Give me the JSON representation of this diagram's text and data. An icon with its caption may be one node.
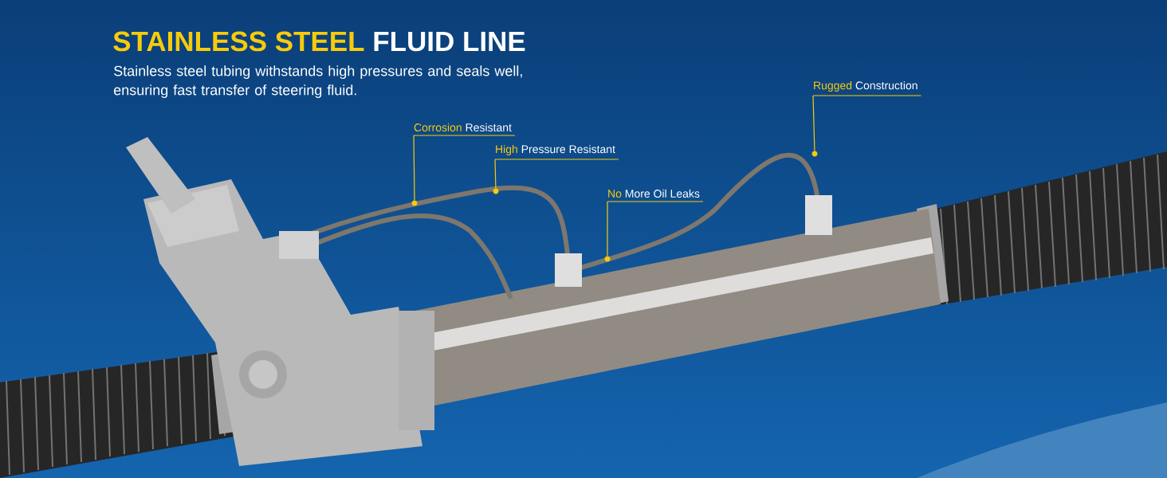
{
  "diagram": {
    "title": "**STAINLESS STEEL** FLUID LINE",
    "nodes": [
      {
        "text": [
          "**Corrosion** Resistant"
        ]
      },
      {
        "text": [
          "**High** Pressure Resistant"
        ]
      },
      {
        "text": [
          "**No** More Oil Leaks"
        ]
      },
      {
        "text": [
          "**Rugged** Construction"
        ]
      },
      {
        "text": [],
        "shape": "circle"
      },
      {
        "text": [],
        "shape": "circle"
      },
      {
        "text": [],
        "shape": "circle"
      },
      {
        "text": [],
        "shape": "circle"
      }
    ],
    "edges": [
      {
        "from": 0,
        "to": 4,
        "arrow": "none"
      },
      {
        "from": 1,
        "to": 5,
        "arrow": "none"
      },
      {
        "from": 2,
        "to": 6,
        "arrow": "none"
      },
      {
        "from": 3,
        "to": 7,
        "arrow": "none"
      }
    ],
    "labels": [
      "Stainless steel tubing withstands high pressures and seals well, ensuring fast transfer of steering fluid."
    ]
  }
}
